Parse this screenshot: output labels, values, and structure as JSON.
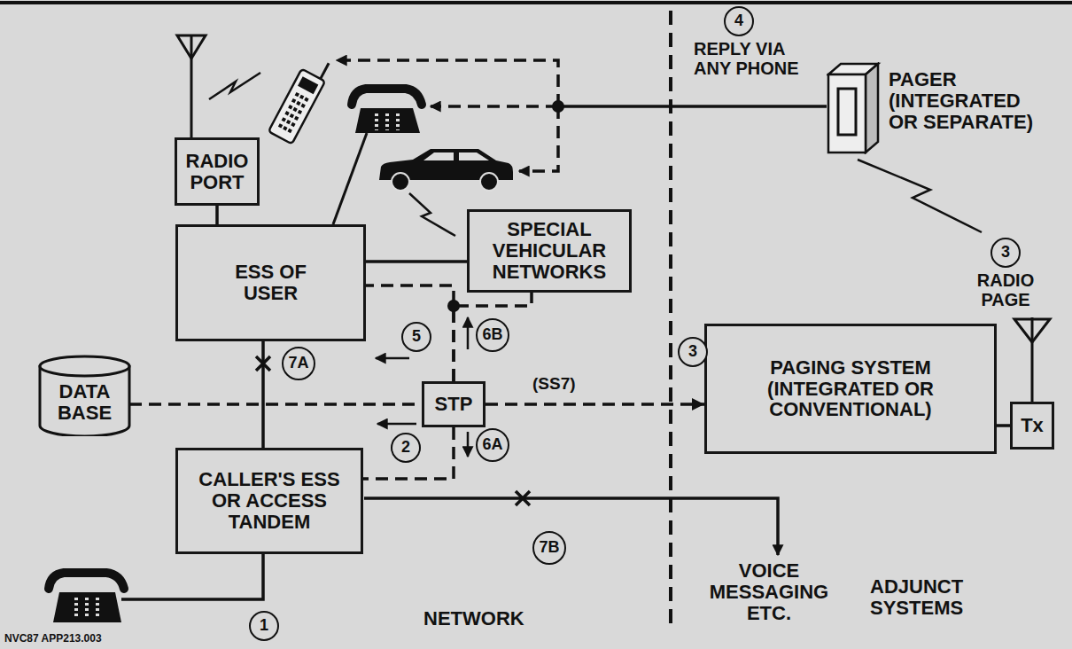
{
  "diagram": {
    "nodes": [
      {
        "text": [
          "RADIO PORT"
        ]
      },
      {
        "text": [
          "PAGER (INTEGRATED OR SEPARATE)"
        ]
      },
      {
        "text": [
          "ESS OF USER"
        ]
      },
      {
        "text": [
          "SPECIAL VEHICULAR NETWORKS"
        ]
      },
      {
        "text": [
          "PAGING SYSTEM (INTEGRATED OR CONVENTIONAL)"
        ]
      },
      {
        "text": [
          "DATA BASE"
        ]
      },
      {
        "text": [
          "STP"
        ]
      },
      {
        "text": [
          "Tx"
        ]
      },
      {
        "text": [
          "CALLER'S ESS OR ACCESS TANDEM"
        ]
      }
    ],
    "edges": [
      {
        "from": 0,
        "to": 2,
        "arrow": "none"
      },
      {
        "from": 2,
        "to": 3,
        "arrow": "none"
      },
      {
        "from": 8,
        "to": 2,
        "arrow": "none"
      },
      {
        "from": 5,
        "to": 6,
        "arrow": "none"
      },
      {
        "from": 6,
        "to": 2,
        "arrow": "none"
      },
      {
        "from": 6,
        "to": 3,
        "arrow": "none"
      },
      {
        "from": 6,
        "to": 4,
        "label": "(SS7)",
        "arrow": "to"
      },
      {
        "from": 6,
        "to": 8,
        "arrow": "none"
      },
      {
        "from": 4,
        "to": 7,
        "arrow": "none"
      }
    ],
    "labels": [
      "4",
      "REPLY VIA ANY PHONE",
      "3",
      "RADIO PAGE",
      "5",
      "6B",
      "7A",
      "2",
      "6A",
      "3",
      "7B",
      "VOICE MESSAGING ETC.",
      "1",
      "NETWORK",
      "ADJUNCT SYSTEMS",
      "NVC87 APP213.003"
    ]
  }
}
